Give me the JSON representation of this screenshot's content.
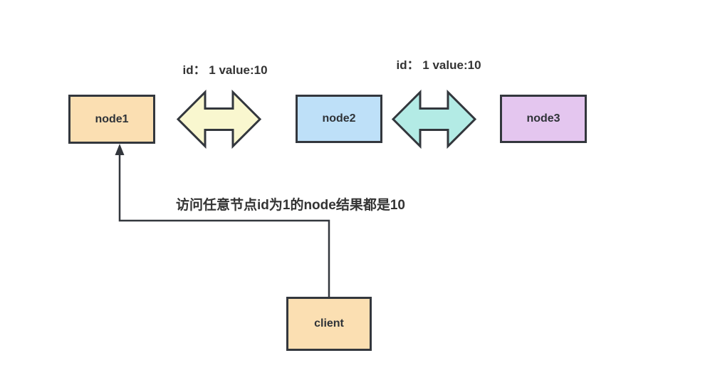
{
  "diagram": {
    "background": "#ffffff",
    "stroke_color": "#33373D",
    "text_color": "#333333",
    "nodes": [
      {
        "label": "node1",
        "fill": "#FBDFB2"
      },
      {
        "label": "node2",
        "fill": "#BEE0F8"
      },
      {
        "label": "node3",
        "fill": "#E4C6EF"
      },
      {
        "label": "client",
        "fill": "#FBDFB2"
      }
    ],
    "arrows": [
      {
        "name": "node1-node2",
        "label": "id： 1 value:10",
        "fill": "#F9F7CF"
      },
      {
        "name": "node2-node3",
        "label": "id： 1 value:10",
        "fill": "#B3EBE5"
      }
    ],
    "connector": {
      "from": "client",
      "to": "node1",
      "label": "访问任意节点id为1的node结果都是10"
    }
  }
}
